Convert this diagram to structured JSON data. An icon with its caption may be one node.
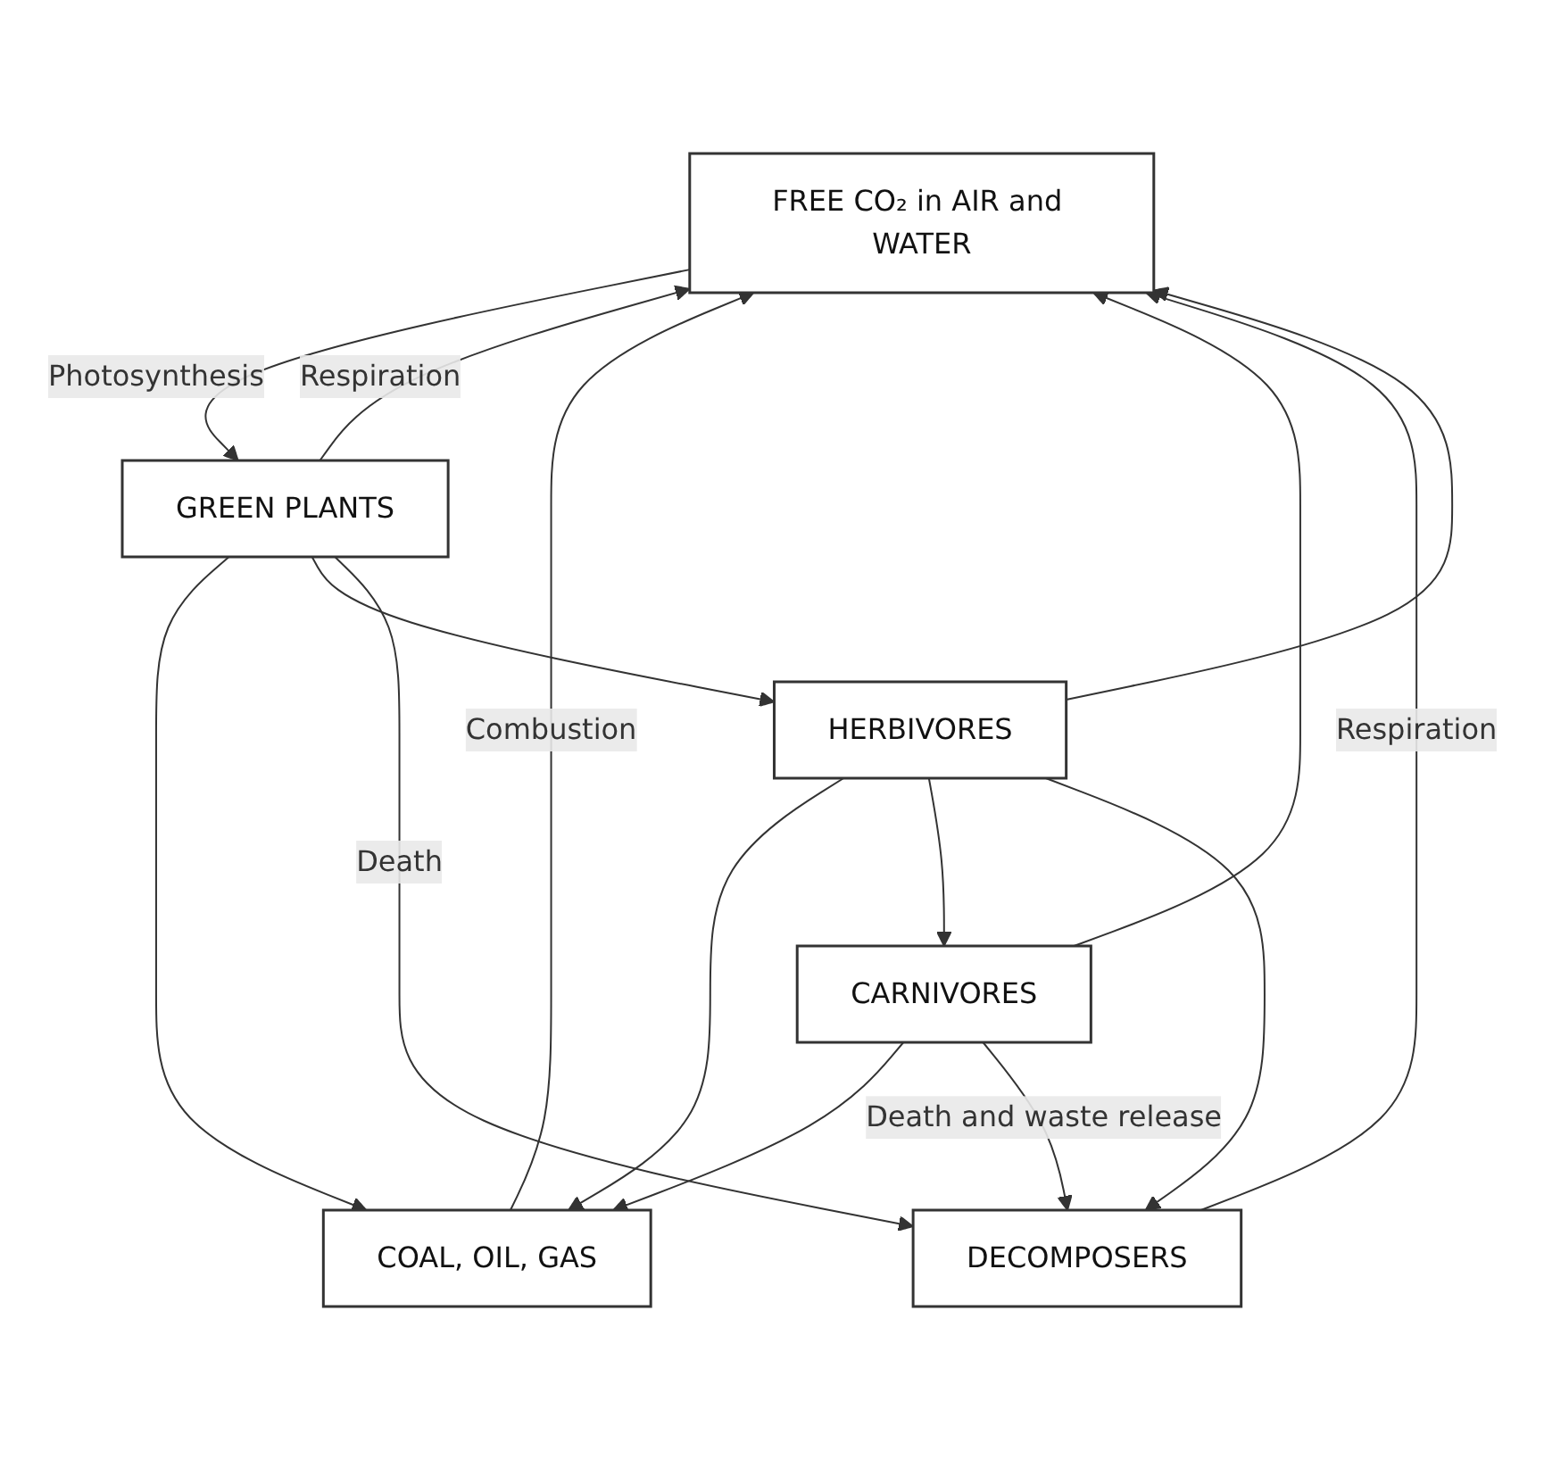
{
  "diagram": {
    "nodes": [
      {
        "text": [
          "FREE CO₂ in AIR and WATER"
        ]
      },
      {
        "text": [
          "COAL, OIL, GAS"
        ]
      },
      {
        "text": [
          "GREEN PLANTS"
        ]
      },
      {
        "text": [
          "HERBIVORES"
        ]
      },
      {
        "text": [
          "CARNIVORES"
        ]
      },
      {
        "text": [
          "DECOMPOSERS"
        ]
      }
    ],
    "edges": [
      {
        "from": 0,
        "to": 2,
        "arrow": "to",
        "label": "Photosynthesis"
      },
      {
        "from": 2,
        "to": 0,
        "arrow": "to",
        "label": "Respiration"
      },
      {
        "from": 1,
        "to": 0,
        "arrow": "to",
        "label": "Combustion"
      },
      {
        "from": 2,
        "to": 1,
        "arrow": "to"
      },
      {
        "from": 2,
        "to": 3,
        "arrow": "to"
      },
      {
        "from": 3,
        "to": 1,
        "arrow": "to"
      },
      {
        "from": 4,
        "to": 1,
        "arrow": "to"
      },
      {
        "from": 3,
        "to": 4,
        "arrow": "to"
      },
      {
        "from": 3,
        "to": 0,
        "arrow": "to"
      },
      {
        "from": 4,
        "to": 0,
        "arrow": "to"
      },
      {
        "from": 2,
        "to": 5,
        "arrow": "to",
        "label": "Death"
      },
      {
        "from": 3,
        "to": 5,
        "arrow": "to"
      },
      {
        "from": 5,
        "to": 0,
        "arrow": "to",
        "label": "Respiration"
      },
      {
        "from": 4,
        "to": 5,
        "arrow": "to",
        "label": "Death and waste release"
      }
    ]
  }
}
